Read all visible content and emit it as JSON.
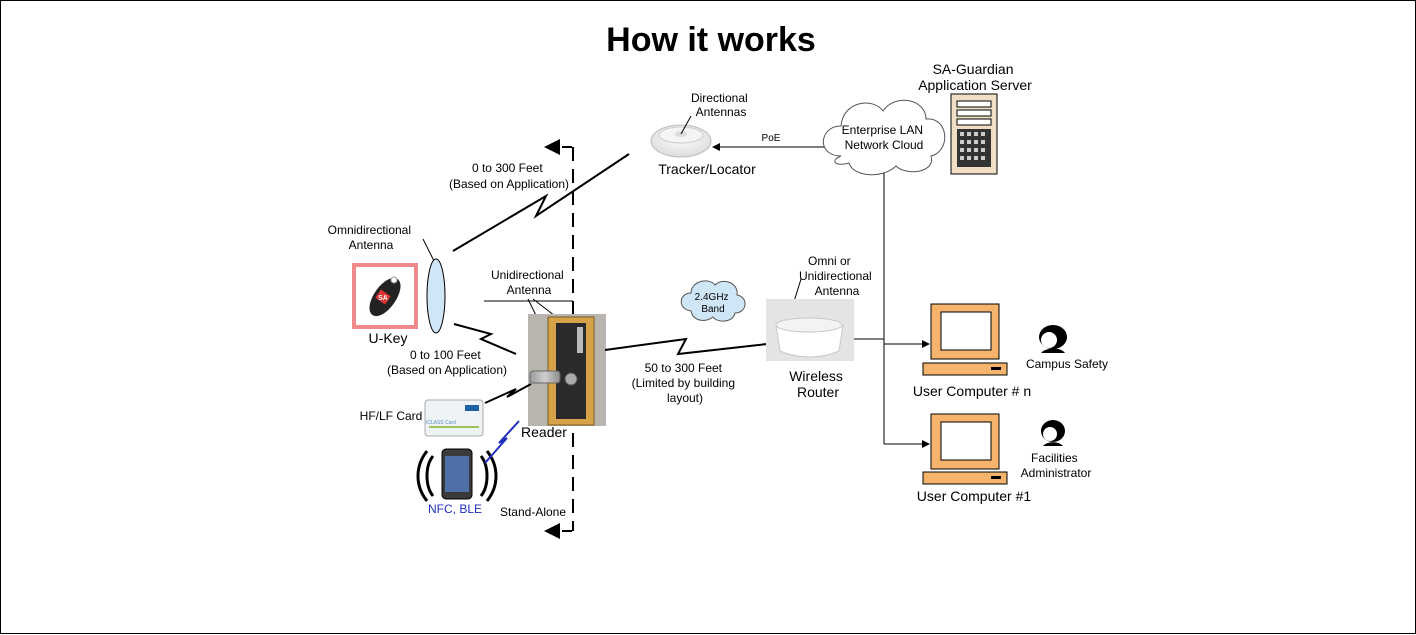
{
  "title": "How it works",
  "labels": {
    "directional_antennas": [
      "Directional",
      "Antennas"
    ],
    "poe": "PoE",
    "tracker_locator": "Tracker/Locator",
    "server_title": [
      "SA-Guardian",
      "Application Server"
    ],
    "lan_cloud": [
      "Enterprise LAN",
      "Network Cloud"
    ],
    "range_300": [
      "0 to 300 Feet",
      "(Based on Application)"
    ],
    "omni_antenna": [
      "Omnidirectional",
      "Antenna"
    ],
    "ukey": "U-Key",
    "unidirectional_antenna": [
      "Unidirectional",
      "Antenna"
    ],
    "band": [
      "2.4GHz",
      "Band"
    ],
    "router_antenna": [
      "Omni or",
      "Unidirectional",
      "Antenna"
    ],
    "range_100": [
      "0 to 100 Feet",
      "(Based on Application)"
    ],
    "range_50_300": [
      "50 to 300 Feet",
      "(Limited by building",
      "layout)"
    ],
    "wireless_router": [
      "Wireless",
      "Router"
    ],
    "campus_safety": "Campus Safety",
    "user_computer_n": "User Computer  # n",
    "hf_lf_card": "HF/LF Card",
    "card_text": "iCLASS Card",
    "reader": "Reader",
    "facilities_admin": [
      "Facilities",
      "Administrator"
    ],
    "user_computer_1": "User Computer #1",
    "nfc_ble": "NFC, BLE",
    "stand_alone": "Stand-Alone",
    "ukey_logo": "SA"
  },
  "colors": {
    "cloud_blue": "#cfe6f7",
    "monitor_orange": "#f5b36b",
    "ukey_border": "#f08a8a",
    "nfc_blue": "#1f2fbf",
    "reader_gold": "#d6a24a",
    "server_gray": "#e8c9a0"
  }
}
